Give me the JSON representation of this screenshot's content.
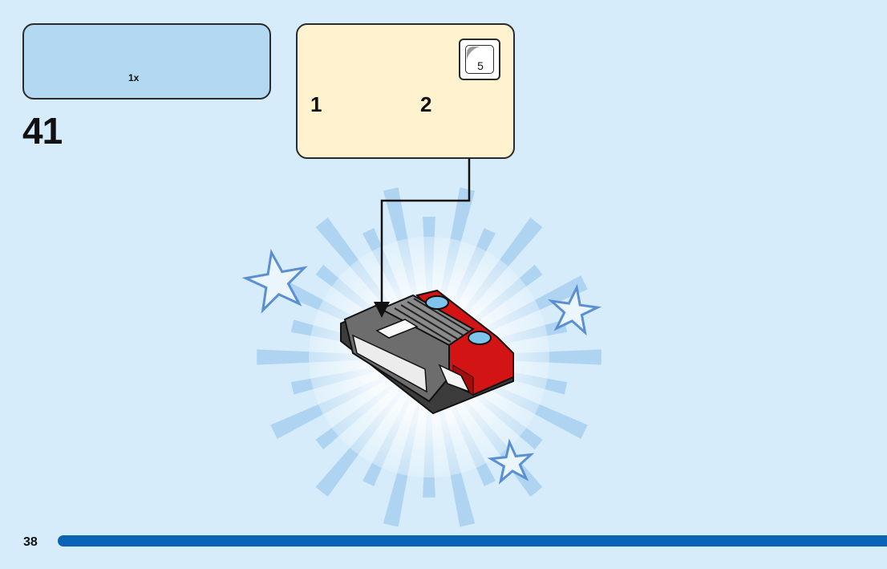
{
  "parts": {
    "quantity": "1x"
  },
  "step": {
    "number": "41"
  },
  "substeps": [
    {
      "label": "1"
    },
    {
      "label": "2"
    }
  ],
  "sticker": {
    "number": "5"
  },
  "footer": {
    "page": "38"
  }
}
